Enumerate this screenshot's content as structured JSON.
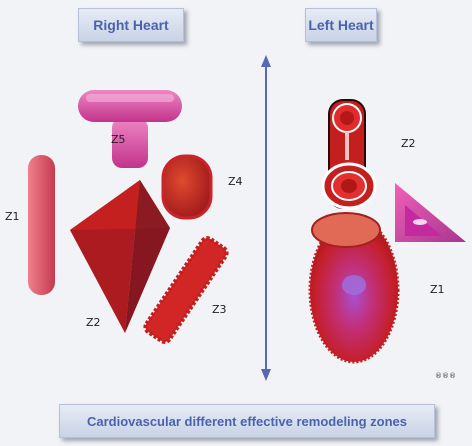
{
  "header": {
    "right_heart": "Right Heart",
    "left_heart": "Left Heart"
  },
  "caption": "Cardiovascular different effective remodeling zones",
  "zones": {
    "right": {
      "z1": "Z1",
      "z2": "Z2",
      "z3": "Z3",
      "z4": "Z4",
      "z5": "Z5"
    },
    "left": {
      "z1": "Z1",
      "z2": "Z2"
    }
  },
  "credit": "®®®",
  "colors": {
    "title_text": "#4b62ad",
    "arrow": "#5a66b8",
    "red": "#c82222",
    "pink": "#d34fa0"
  }
}
